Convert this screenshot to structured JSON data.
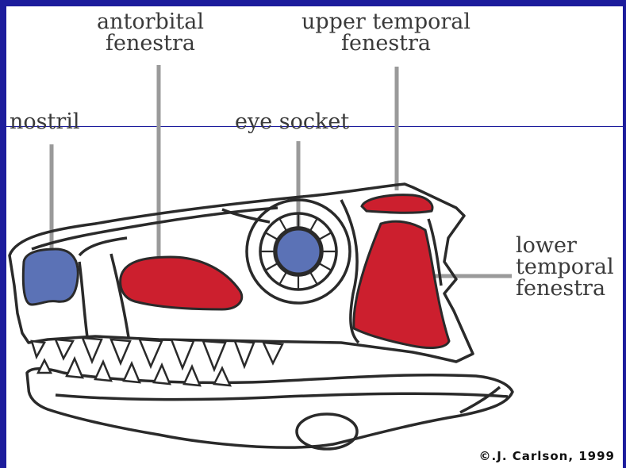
{
  "labels": {
    "antorbital": "antorbital\nfenestra",
    "upper_temporal": "upper temporal\nfenestra",
    "nostril": "nostril",
    "eye_socket": "eye socket",
    "lower_temporal": "lower\ntemporal\nfenestra"
  },
  "credit": "©.J. Carlson, 1999",
  "colors": {
    "frame": "#1c1c9c",
    "fenestra_red": "#cc1f2e",
    "opening_blue": "#5b72b6",
    "outline": "#2a2a2a",
    "leader": "#9a9a9a"
  }
}
